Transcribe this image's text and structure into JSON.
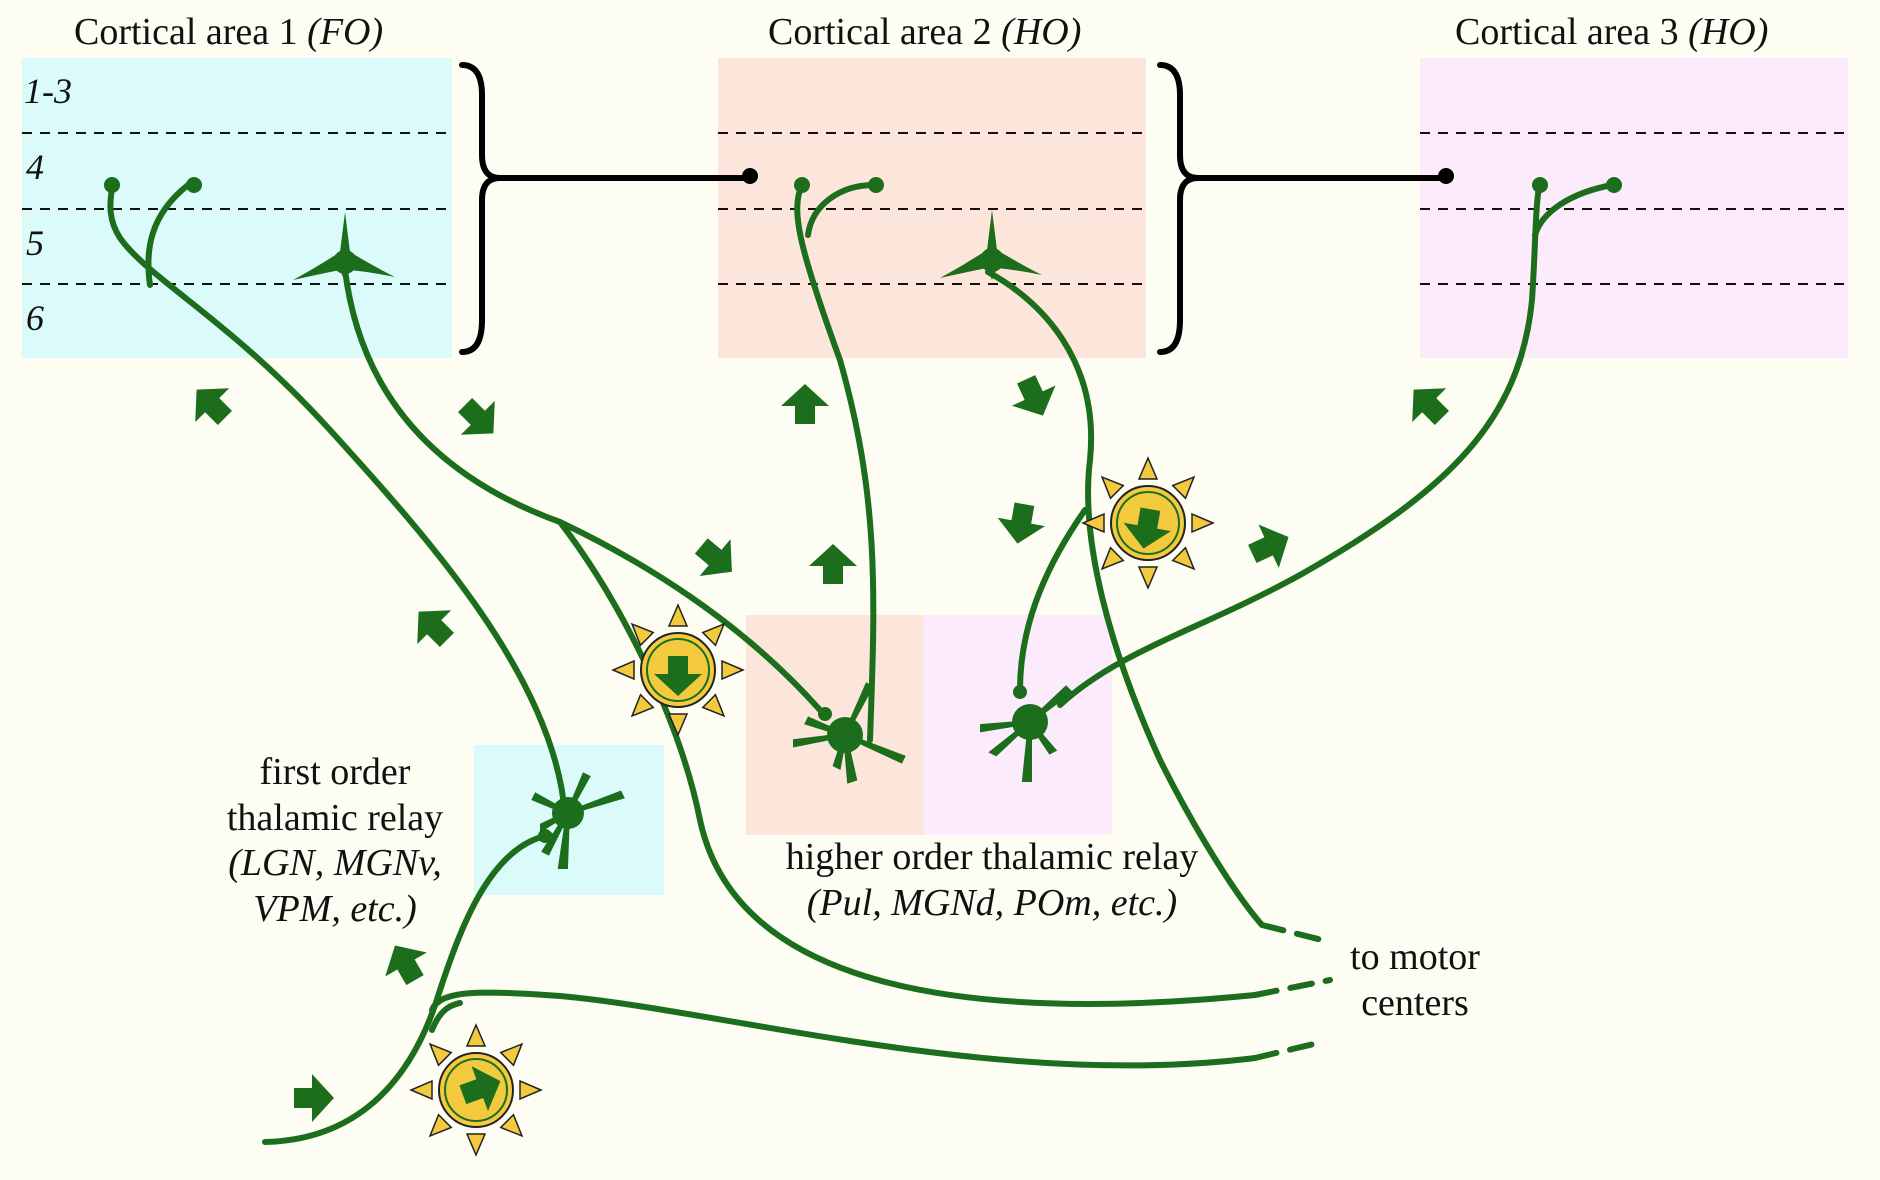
{
  "cortical_areas": [
    {
      "name": "Cortical area 1",
      "type": "(FO)",
      "color": "#dbfbfb"
    },
    {
      "name": "Cortical area 2",
      "type": "(HO)",
      "color": "#fce6dc"
    },
    {
      "name": "Cortical area 3",
      "type": "(HO)",
      "color": "#fcebfb"
    }
  ],
  "layers": [
    "1-3",
    "4",
    "5",
    "6"
  ],
  "first_order_relay": {
    "line1": "first order",
    "line2": "thalamic relay",
    "line3": "(LGN, MGNv,",
    "line4": "VPM, etc.)"
  },
  "higher_order_relay": {
    "line1": "higher order thalamic relay",
    "line2": "(Pul, MGNd, POm, etc.)"
  },
  "motor": {
    "line1": "to motor",
    "line2": "centers"
  },
  "colors": {
    "axon": "#1c6e1c",
    "background": "#fdfdf3",
    "sun_fill": "#f3c93e",
    "first_order_box": "#dbfbfb",
    "higher_order_box_1": "#fce6dc",
    "higher_order_box_2": "#fcebfb"
  },
  "icons": [
    "cortical-neuron-icon",
    "thalamic-neuron-icon",
    "sun-icon",
    "arrow-icon"
  ]
}
